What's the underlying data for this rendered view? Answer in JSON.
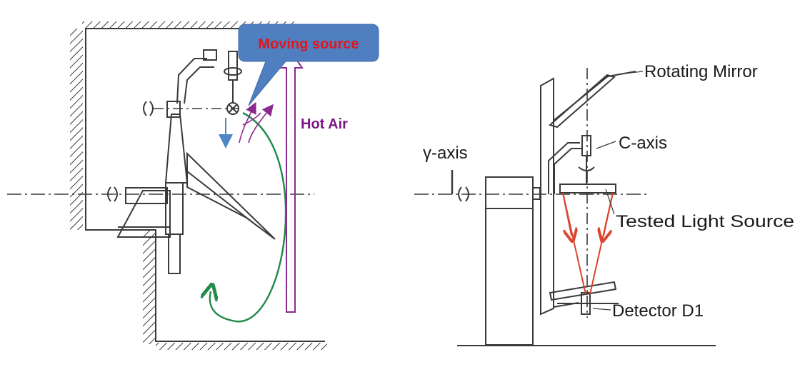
{
  "labels": {
    "moving_source": "Moving source",
    "hot_air": "Hot Air",
    "gamma_axis": "γ-axis",
    "rotating_mirror": "Rotating Mirror",
    "c_axis": "C-axis",
    "tested_light_source": "Tested Light Source",
    "detector": "Detector D1"
  },
  "colors": {
    "line": "#3a3a3a",
    "callout_fill": "#4f7fc1",
    "hot_air_arrow": "#8a2a8e",
    "circulation_arrow": "#1f8a4a",
    "blue_arrow": "#4f86c6",
    "light_rays": "#d9452e",
    "moving_source_text": "#e0161c"
  }
}
